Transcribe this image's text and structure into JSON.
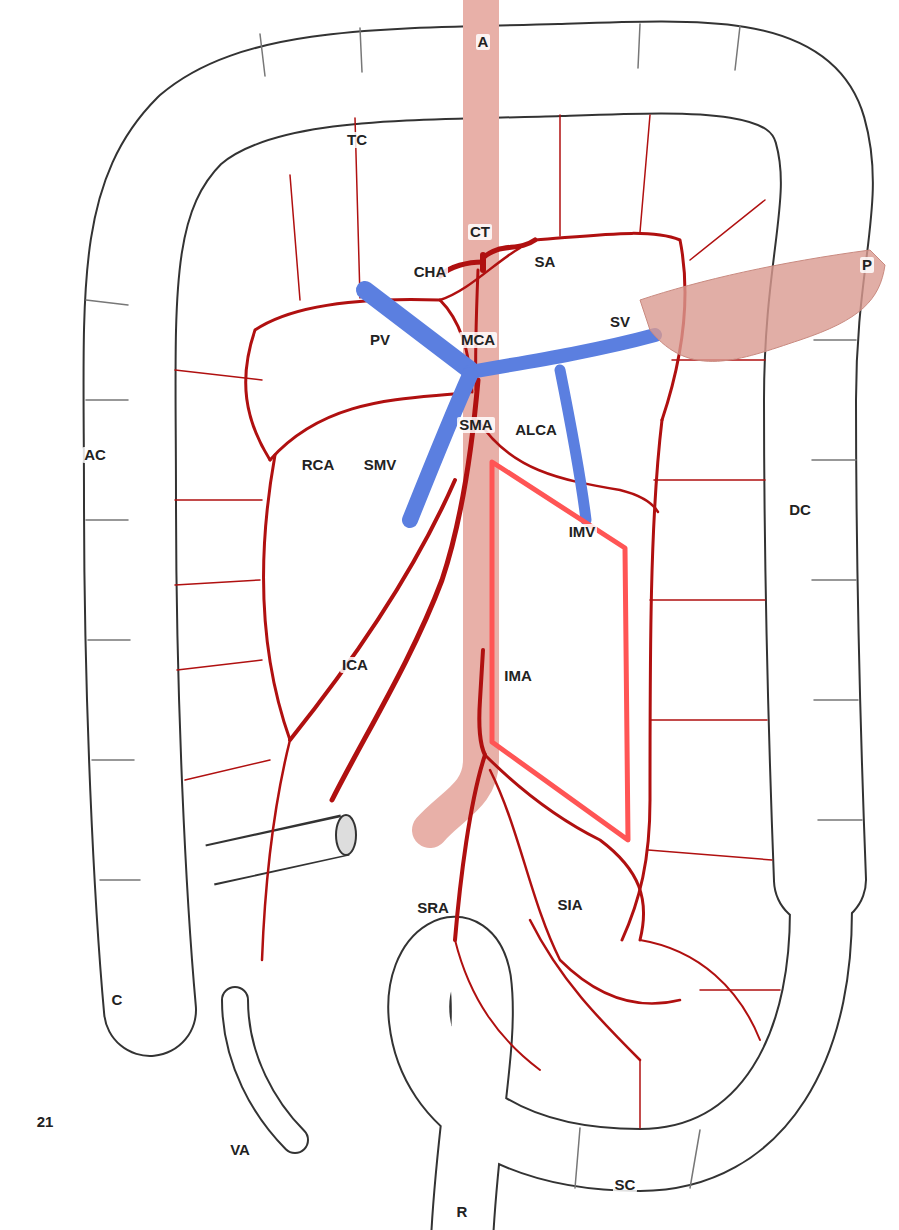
{
  "diagram": {
    "labels": [
      "A",
      "TC",
      "CT",
      "CHA",
      "SA",
      "P",
      "PV",
      "MCA",
      "SV",
      "AC",
      "RCA",
      "SMV",
      "SMA",
      "ALCA",
      "IMV",
      "DC",
      "ICA",
      "IMA",
      "SRA",
      "SIA",
      "C",
      "VA",
      "SC",
      "R",
      "21"
    ]
  }
}
